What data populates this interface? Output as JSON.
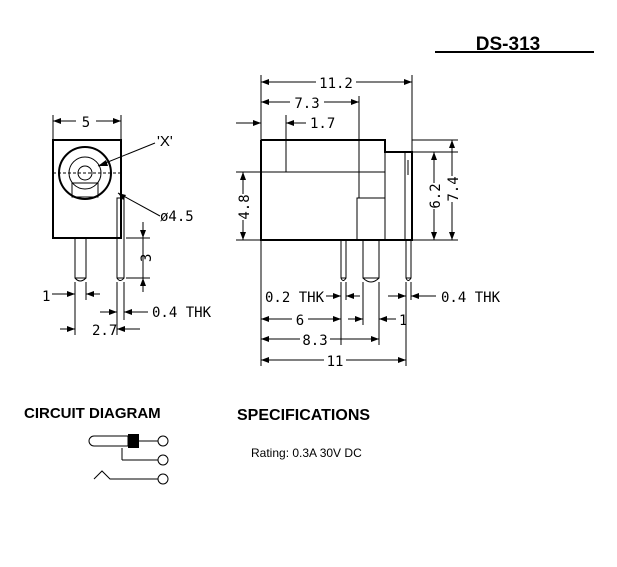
{
  "model": "DS-313",
  "section_titles": {
    "circuit": "CIRCUIT DIAGRAM",
    "specs": "SPECIFICATIONS"
  },
  "specs": {
    "rating": "Rating: 0.3A 30V DC"
  },
  "front_view": {
    "width": "5",
    "detail_label": "'X'",
    "hole_diameter": "ø4.5",
    "pin_length": "3",
    "pin_offset": "1",
    "pin_thickness": "0.4  THK",
    "pin_spacing": "2.7"
  },
  "side_view": {
    "overall_length": "11.2",
    "step_length": "7.3",
    "flange": "1.7",
    "body_height": "4.8",
    "height_a": "6.2",
    "height_b": "7.4",
    "pin_thickness_left": "0.2  THK",
    "pin_thickness_right": "0.4  THK",
    "dist_a": "6",
    "dist_b": "8.3",
    "dist_c": "1",
    "base_length": "11"
  }
}
